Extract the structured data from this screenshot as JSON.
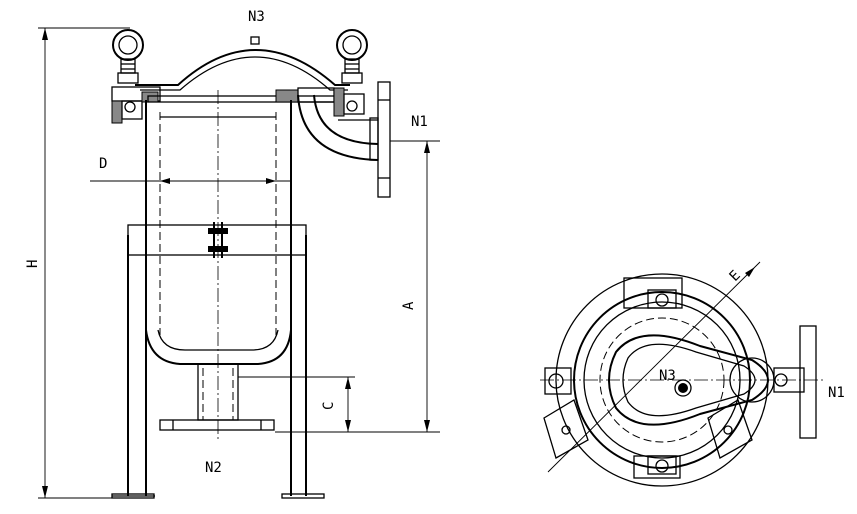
{
  "labels": {
    "n3_top": "N3",
    "n1_side": "N1",
    "d": "D",
    "h": "H",
    "a": "A",
    "c": "C",
    "n2": "N2",
    "e": "E",
    "n3_plan": "N3",
    "n1_plan": "N1"
  }
}
